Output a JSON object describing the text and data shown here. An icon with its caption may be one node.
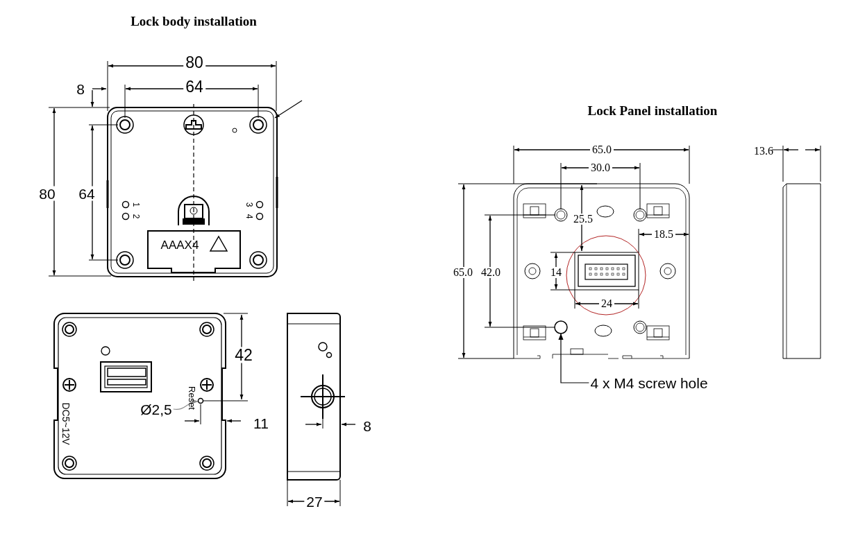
{
  "diagram": {
    "nodes": [
      {
        "text": [
          "Ø2,5"
        ]
      },
      {
        "text": [],
        "shape": "circle"
      },
      {
        "text": [
          "4 x M4 screw hole"
        ]
      },
      {
        "text": [],
        "shape": "circle"
      }
    ],
    "edges": [
      {
        "from": 0,
        "to": 1,
        "arrow": "to",
        "color": "#8c8c8c"
      },
      {
        "from": 2,
        "to": 3,
        "arrow": "to",
        "color": "#000000"
      }
    ],
    "labels": [
      "Lock body installation",
      "80",
      "8",
      "64",
      "80",
      "64",
      "1",
      "2",
      "3",
      "4",
      "AAAX4",
      "Lock Panel installation",
      "65.0",
      "30.0",
      "13.6",
      "25.5",
      "18.5",
      "65.0",
      "42.0",
      "14",
      "24",
      "42",
      "Reset",
      "DC5~12V",
      "11",
      "8",
      "27"
    ]
  }
}
